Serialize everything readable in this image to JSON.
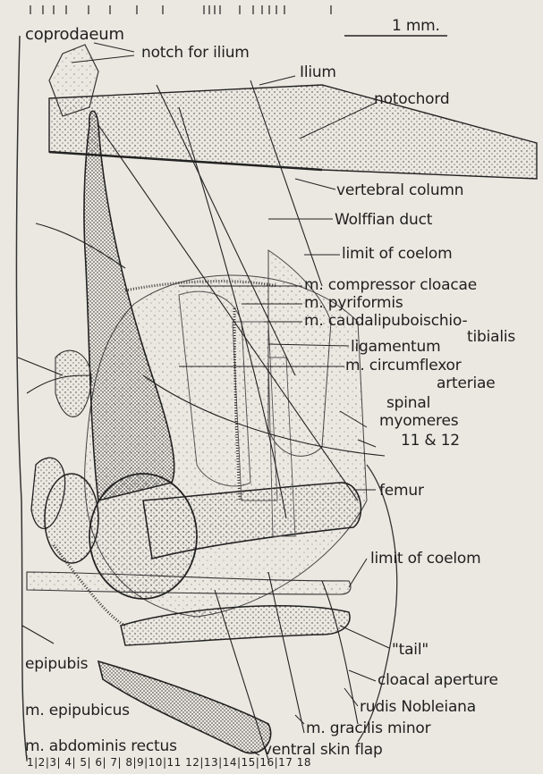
{
  "diagram": {
    "scale_label": "1 mm.",
    "labels": {
      "coprodaeum": "coprodaeum",
      "notch_for_ilium": "notch for ilium",
      "ilium": "Ilium",
      "notochord": "notochord",
      "vertebral_column": "vertebral column",
      "wolffian_duct": "Wolffian duct",
      "limit_of_coelom_upper": "limit of coelom",
      "m_compressor_cloacae": "m. compressor cloacae",
      "m_pyriformis": "m. pyriformis",
      "m_caudalipuboischio_line1": "m. caudalipuboischio-",
      "m_caudalipuboischio_line2": "tibialis",
      "ligamentum": "ligamentum",
      "m_circumflexor": "m. circumflexor",
      "arteriae": "arteriae",
      "spinal": "spinal",
      "myomeres": "myomeres",
      "myomeres_num": "11 & 12",
      "femur": "femur",
      "limit_of_coelom_lower": "limit of coelom",
      "tail": "\"tail\"",
      "epipubis": "epipubis",
      "cloacal_aperture": "cloacal aperture",
      "rudis_nobleiana": "rudis Nobleiana",
      "m_epipubicus": "m. epipubicus",
      "m_gracilis_minor": "m. gracilis minor",
      "m_abdominis_rectus": "m. abdominis rectus",
      "ventral_skin_flap": "ventral skin flap"
    },
    "myomere_numbers": "1|2|3|  4|  5|  6|  7|       8|9|10|11   12|13|14|15|16|17    18"
  }
}
